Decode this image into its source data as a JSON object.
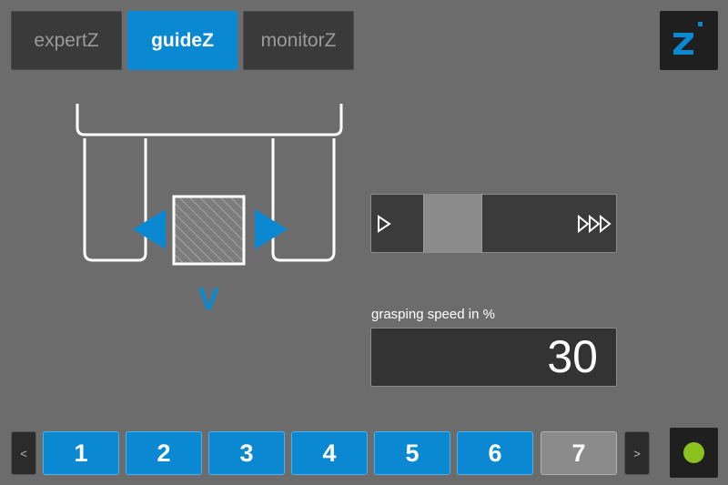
{
  "tabs": [
    {
      "label": "expertZ",
      "active": false
    },
    {
      "label": "guideZ",
      "active": true
    },
    {
      "label": "monitorZ",
      "active": false
    }
  ],
  "logo": {
    "icon": "brand-z-logo-icon",
    "color": "#0a89d2"
  },
  "gripper": {
    "direction_label": "V",
    "left_arrow_icon": "triangle-left-icon",
    "right_arrow_icon": "triangle-right-icon",
    "part_icon": "hatched-workpiece-icon",
    "accent": "#0a89d2"
  },
  "speed_selector": {
    "slow_icon": "play-icon",
    "fast_icon": "fast-forward-triple-icon",
    "position_fraction": 0.28
  },
  "grasping_speed": {
    "label": "grasping speed in %",
    "value": "30"
  },
  "pagination": {
    "prev_label": "<",
    "next_label": ">",
    "presets": [
      {
        "label": "1",
        "active": true
      },
      {
        "label": "2",
        "active": true
      },
      {
        "label": "3",
        "active": true
      },
      {
        "label": "4",
        "active": true
      },
      {
        "label": "5",
        "active": true
      },
      {
        "label": "6",
        "active": true
      },
      {
        "label": "7",
        "active": false
      }
    ]
  },
  "status": {
    "led_color": "#8cc21f",
    "icon": "status-led-icon"
  }
}
